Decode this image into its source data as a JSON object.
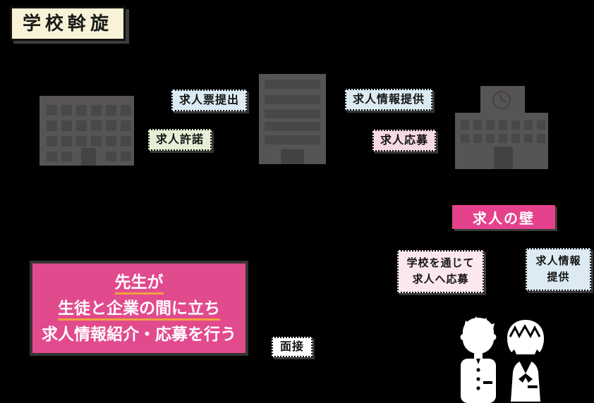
{
  "title": "学校斡旋",
  "colors": {
    "page_bg": "#000000",
    "cream": "#f8f3d6",
    "light_blue": "#dcebf3",
    "light_green": "#e6efd6",
    "light_pink": "#f6d9e4",
    "pale_pink": "#fbe7ee",
    "wall_pink": "#e6418c",
    "panel_pink": "#e24a8e",
    "underline_orange": "#f0a13e",
    "building_gray": "#575454",
    "window_gray": "#4a4747",
    "door_gray": "#454242",
    "text_dark": "#1a1a1a",
    "text_white": "#ffffff"
  },
  "flow_labels": {
    "submit": "求人票提出",
    "approval": "求人許諾",
    "info_provide": "求人情報提供",
    "apply": "求人応募"
  },
  "wall": {
    "title": "求人の壁"
  },
  "bottom_labels": {
    "via_school_line1": "学校を通じて",
    "via_school_line2": "求人へ応募",
    "info_line1": "求人情報",
    "info_line2": "提供",
    "interview": "面接"
  },
  "teacher_panel": {
    "line1": "先生が",
    "line2": "生徒と企業の間に立ち",
    "line3": "求人情報紹介・応募を行う"
  },
  "icons": {
    "company_building": "company-building-icon",
    "office_building": "office-building-icon",
    "school_building": "school-building-icon",
    "clock": "clock-icon",
    "student_boy": "student-boy-icon",
    "student_girl": "student-girl-icon"
  }
}
